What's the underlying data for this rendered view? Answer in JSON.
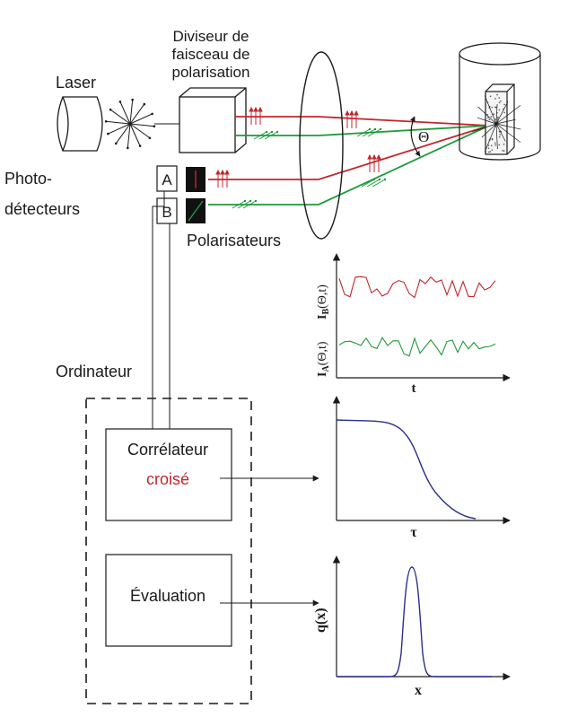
{
  "labels": {
    "laser": "Laser",
    "splitter_line1": "Diviseur de",
    "splitter_line2": "faisceau de",
    "splitter_line3": "polarisation",
    "photo_line1": "Photo-",
    "photo_line2": "détecteurs",
    "detector_a": "A",
    "detector_b": "B",
    "polarizers": "Polarisateurs",
    "computer": "Ordinateur",
    "correlator_line1": "Corrélateur",
    "correlator_line2": "croisé",
    "evaluation": "Évaluation",
    "angle": "Θ"
  },
  "graphs": {
    "signals": {
      "ylabel_top_main": "I",
      "ylabel_top_sub": "B",
      "ylabel_top_args": "(Θ,t)",
      "ylabel_bottom_main": "I",
      "ylabel_bottom_sub": "A",
      "ylabel_bottom_args": "(Θ,t)",
      "xlabel": "t"
    },
    "correlation": {
      "xlabel": "τ"
    },
    "distribution": {
      "ylabel": "q(x)",
      "xlabel": "x"
    }
  },
  "colors": {
    "red_beam": "#c0272d",
    "green_beam": "#1f9a3a",
    "curve": "#2b2f8c",
    "ink": "#1a1a1a",
    "croise_text": "#c0272d"
  }
}
